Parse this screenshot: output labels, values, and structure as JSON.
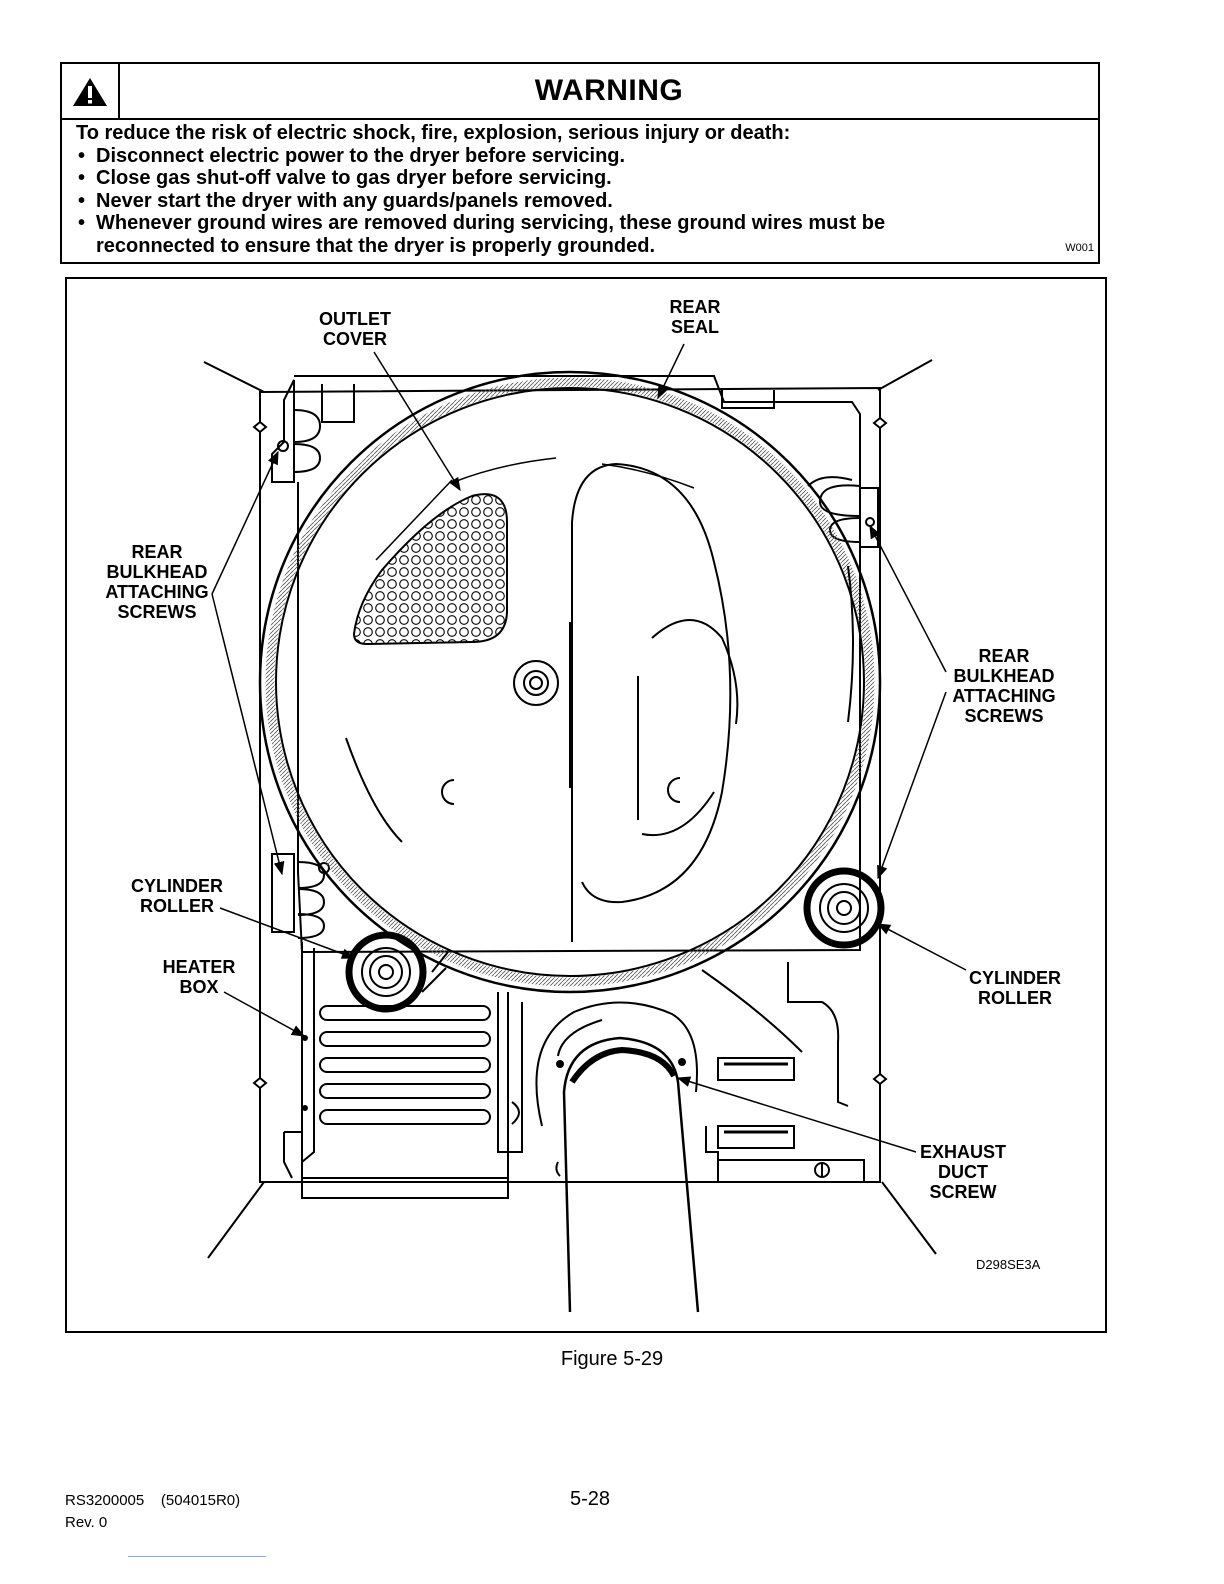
{
  "warning": {
    "title": "WARNING",
    "intro": "To reduce the risk of electric shock, fire, explosion, serious injury or death:",
    "items": [
      "Disconnect electric power to the dryer before servicing.",
      "Close gas shut-off valve to gas dryer before servicing.",
      "Never start the dryer with any guards/panels removed.",
      "Whenever ground wires are removed during servicing, these ground wires must be reconnected to ensure that the dryer is properly grounded."
    ],
    "code": "W001"
  },
  "figure": {
    "labels": {
      "outlet_cover": [
        "OUTLET",
        "COVER"
      ],
      "rear_seal": [
        "REAR",
        "SEAL"
      ],
      "bulkhead_screws_left": [
        "REAR",
        "BULKHEAD",
        "ATTACHING",
        "SCREWS"
      ],
      "bulkhead_screws_right": [
        "REAR",
        "BULKHEAD",
        "ATTACHING",
        "SCREWS"
      ],
      "cylinder_roller_left": [
        "CYLINDER",
        "ROLLER"
      ],
      "cylinder_roller_right": [
        "CYLINDER",
        "ROLLER"
      ],
      "heater_box": [
        "HEATER",
        "BOX"
      ],
      "exhaust_duct_screw": [
        "EXHAUST",
        "DUCT",
        "SCREW"
      ]
    },
    "drawing_id": "D298SE3A",
    "caption": "Figure 5-29"
  },
  "footer": {
    "doc_number": "RS3200005    (504015R0)",
    "revision": "Rev. 0",
    "page_number": "5-28"
  }
}
